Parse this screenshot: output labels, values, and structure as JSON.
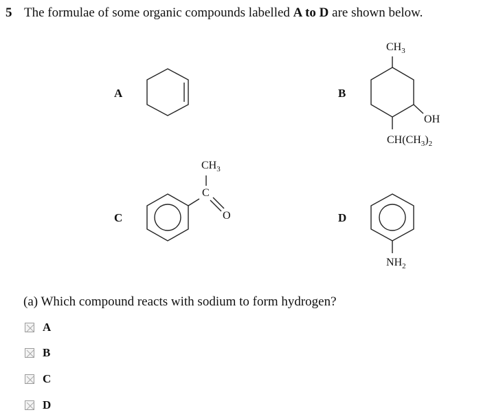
{
  "question": {
    "number": "5",
    "stem_pre": "The formulae of some organic compounds labelled ",
    "stem_bold": "A to D",
    "stem_post": " are shown below."
  },
  "compounds": {
    "A": {
      "label": "A"
    },
    "B": {
      "label": "B",
      "top_group": "CH3",
      "right_group": "OH",
      "bottom_group": "CH(CH3)2"
    },
    "C": {
      "label": "C",
      "methyl": "CH3",
      "carbon": "C",
      "oxygen": "O"
    },
    "D": {
      "label": "D",
      "amine": "NH2"
    }
  },
  "part_a": {
    "prompt": "(a) Which compound reacts with sodium to form hydrogen?",
    "options": [
      "A",
      "B",
      "C",
      "D"
    ]
  }
}
